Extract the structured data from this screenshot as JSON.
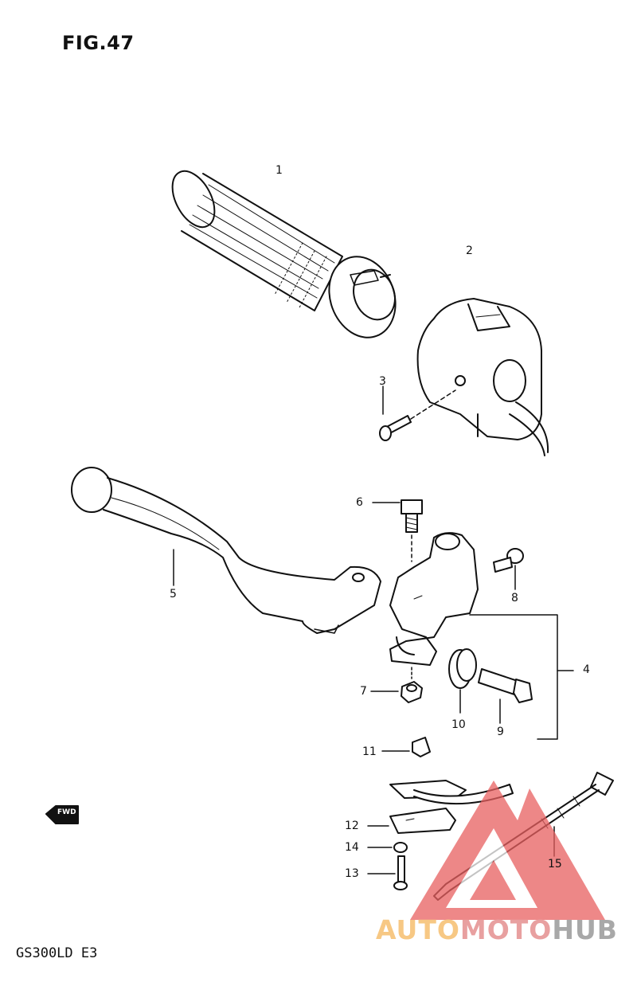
{
  "figure": {
    "title": "FIG.47",
    "model": "GS300LD E3"
  },
  "direction_marker": {
    "text": "FWD"
  },
  "parts": [
    {
      "no": "1"
    },
    {
      "no": "2"
    },
    {
      "no": "3"
    },
    {
      "no": "4"
    },
    {
      "no": "5"
    },
    {
      "no": "6"
    },
    {
      "no": "7"
    },
    {
      "no": "8"
    },
    {
      "no": "9"
    },
    {
      "no": "10"
    },
    {
      "no": "11"
    },
    {
      "no": "12"
    },
    {
      "no": "13"
    },
    {
      "no": "14"
    },
    {
      "no": "15"
    }
  ],
  "watermark": {
    "part1": "AUTO",
    "part2": "MOTO",
    "part3": "HUB"
  },
  "colors": {
    "line": "#111111",
    "watermark_red": "#e04848",
    "watermark_orange": "#f2b35c",
    "watermark_gray": "#9b9b9b"
  }
}
